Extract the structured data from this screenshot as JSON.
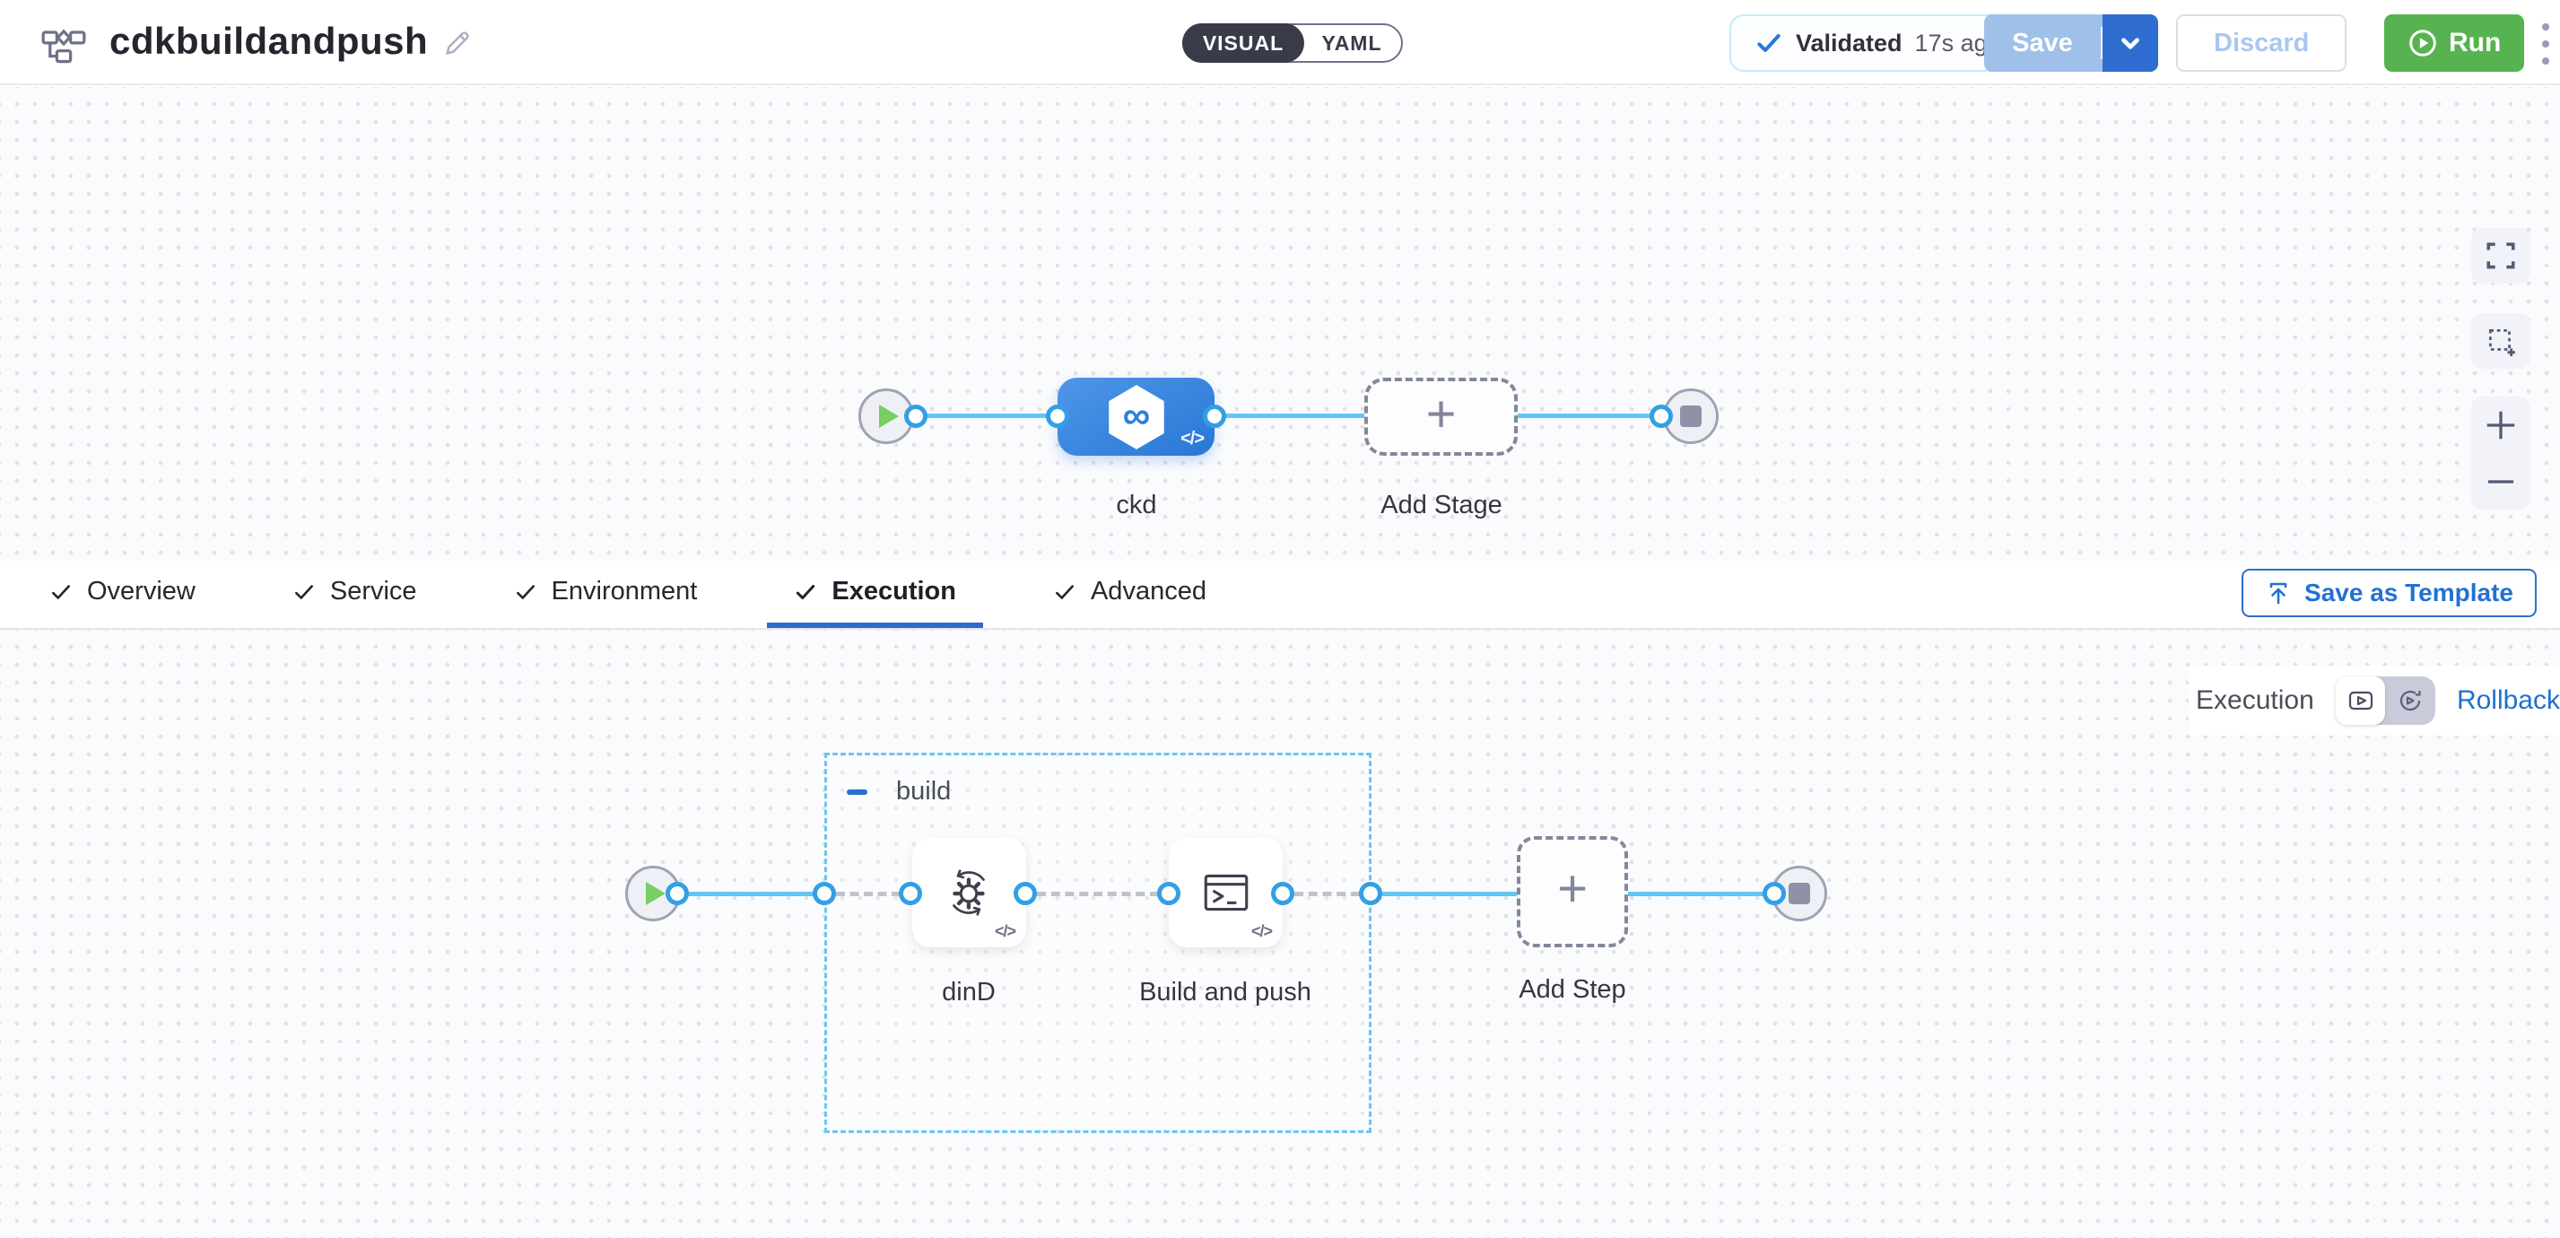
{
  "header": {
    "title": "cdkbuildandpush",
    "mode_toggle": {
      "visual": "VISUAL",
      "yaml": "YAML",
      "selected": "VISUAL"
    },
    "validation": {
      "label": "Validated",
      "time_ago": "17s ago"
    },
    "buttons": {
      "save": "Save",
      "discard": "Discard",
      "run": "Run"
    }
  },
  "pipeline_canvas": {
    "stage_label": "ckd",
    "add_stage_label": "Add Stage"
  },
  "tabs": [
    {
      "label": "Overview",
      "checked": true,
      "active": false
    },
    {
      "label": "Service",
      "checked": true,
      "active": false
    },
    {
      "label": "Environment",
      "checked": true,
      "active": false
    },
    {
      "label": "Execution",
      "checked": true,
      "active": true
    },
    {
      "label": "Advanced",
      "checked": true,
      "active": false
    }
  ],
  "toolbar": {
    "save_as_template": "Save as Template"
  },
  "execution_panel": {
    "execution_label": "Execution",
    "rollback_label": "Rollback"
  },
  "execution_canvas": {
    "group_name": "build",
    "steps": [
      {
        "label": "dinD"
      },
      {
        "label": "Build and push"
      }
    ],
    "add_step_label": "Add Step"
  },
  "icons": {
    "infinity": "∞",
    "code_badge": "</>",
    "plus": "+"
  },
  "colors": {
    "primary_blue": "#2F6DD0",
    "save_disabled_blue": "#9FC0E9",
    "run_green": "#57B350",
    "link_blue": "#63C6F2",
    "port_blue": "#339FE4",
    "group_dash_blue": "#6FC5EF",
    "validated_border": "#C5ECFA",
    "canvas_bg": "#FAFBFD"
  }
}
